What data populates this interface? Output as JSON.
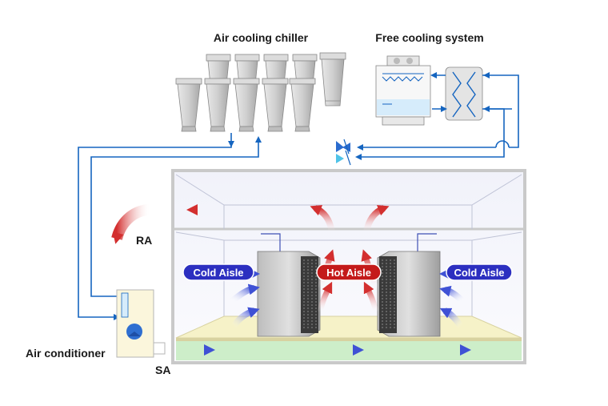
{
  "labels": {
    "air_cooling_chiller": "Air cooling chiller",
    "free_cooling_system": "Free cooling system",
    "ra": "RA",
    "sa": "SA",
    "air_conditioner": "Air conditioner",
    "cold_aisle_left": "Cold Aisle",
    "cold_aisle_right": "Cold Aisle",
    "hot_aisle": "Hot Aisle"
  },
  "colors": {
    "pipe_blue": "#1565c0",
    "cold_aisle_pill": "#2c2fc0",
    "hot_aisle_pill": "#c41a1a",
    "hot_arrow": "#d32f2f",
    "cold_arrow": "#3f51d5",
    "floor_green": "#cdeec9",
    "floor_yellow": "#f6f2c8",
    "room_gray": "#c9c9c9",
    "rack_gray": "#9e9e9e"
  },
  "icons": {
    "chiller_unit": "chiller-unit-icon",
    "cooling_tower": "cooling-tower-icon",
    "heat_exchanger": "heat-exchanger-icon",
    "valve": "valve-icon",
    "fan": "fan-icon",
    "server_rack": "server-rack-icon"
  }
}
